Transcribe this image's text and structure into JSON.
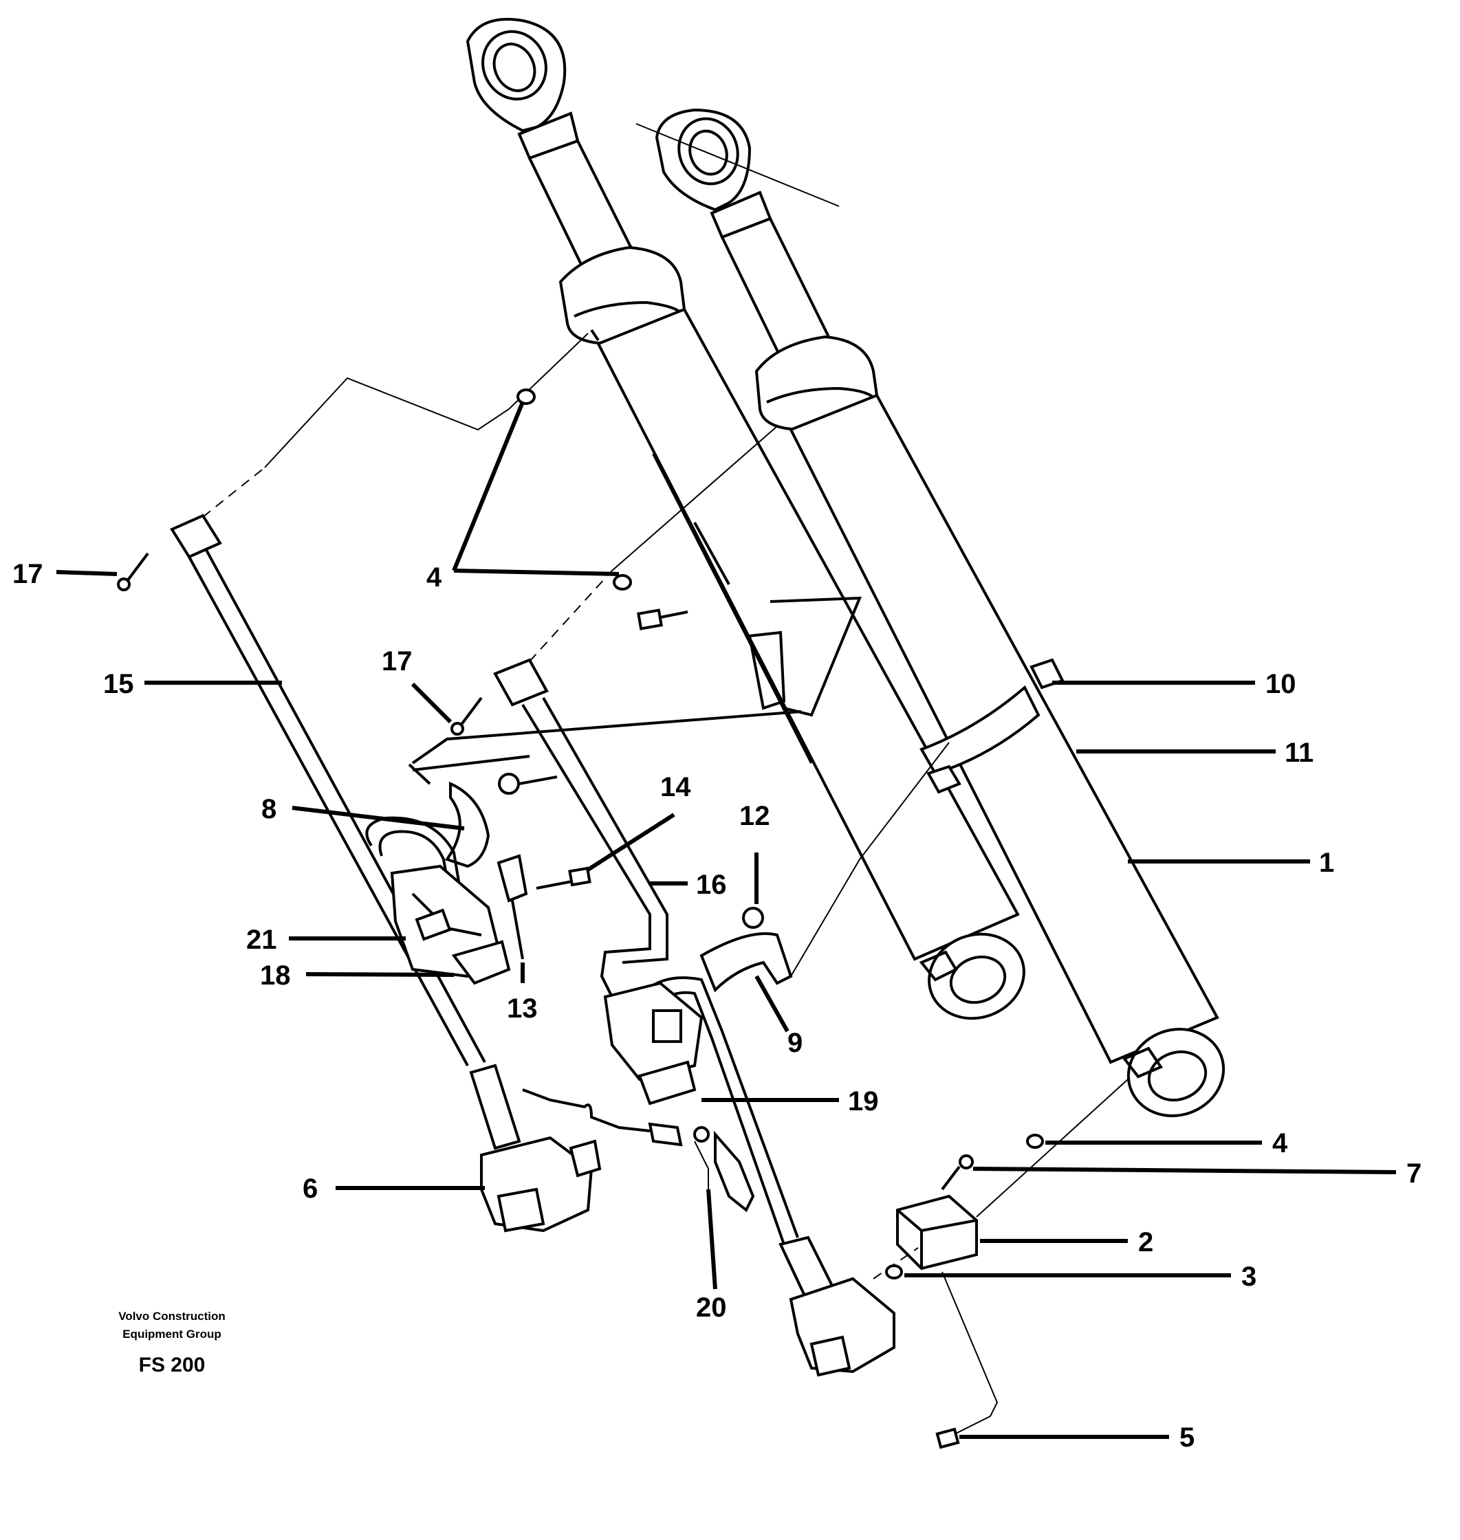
{
  "footer": {
    "company_line1": "Volvo Construction",
    "company_line2": "Equipment Group",
    "code": "FS 200"
  },
  "callouts": [
    {
      "id": "c1",
      "label": "1"
    },
    {
      "id": "c2",
      "label": "2"
    },
    {
      "id": "c3",
      "label": "3"
    },
    {
      "id": "c4a",
      "label": "4"
    },
    {
      "id": "c4b",
      "label": "4"
    },
    {
      "id": "c5",
      "label": "5"
    },
    {
      "id": "c6",
      "label": "6"
    },
    {
      "id": "c7",
      "label": "7"
    },
    {
      "id": "c8",
      "label": "8"
    },
    {
      "id": "c9",
      "label": "9"
    },
    {
      "id": "c10",
      "label": "10"
    },
    {
      "id": "c11",
      "label": "11"
    },
    {
      "id": "c12",
      "label": "12"
    },
    {
      "id": "c13",
      "label": "13"
    },
    {
      "id": "c14",
      "label": "14"
    },
    {
      "id": "c15",
      "label": "15"
    },
    {
      "id": "c16",
      "label": "16"
    },
    {
      "id": "c17a",
      "label": "17"
    },
    {
      "id": "c17b",
      "label": "17"
    },
    {
      "id": "c18",
      "label": "18"
    },
    {
      "id": "c19",
      "label": "19"
    },
    {
      "id": "c20",
      "label": "20"
    },
    {
      "id": "c21",
      "label": "21"
    }
  ]
}
